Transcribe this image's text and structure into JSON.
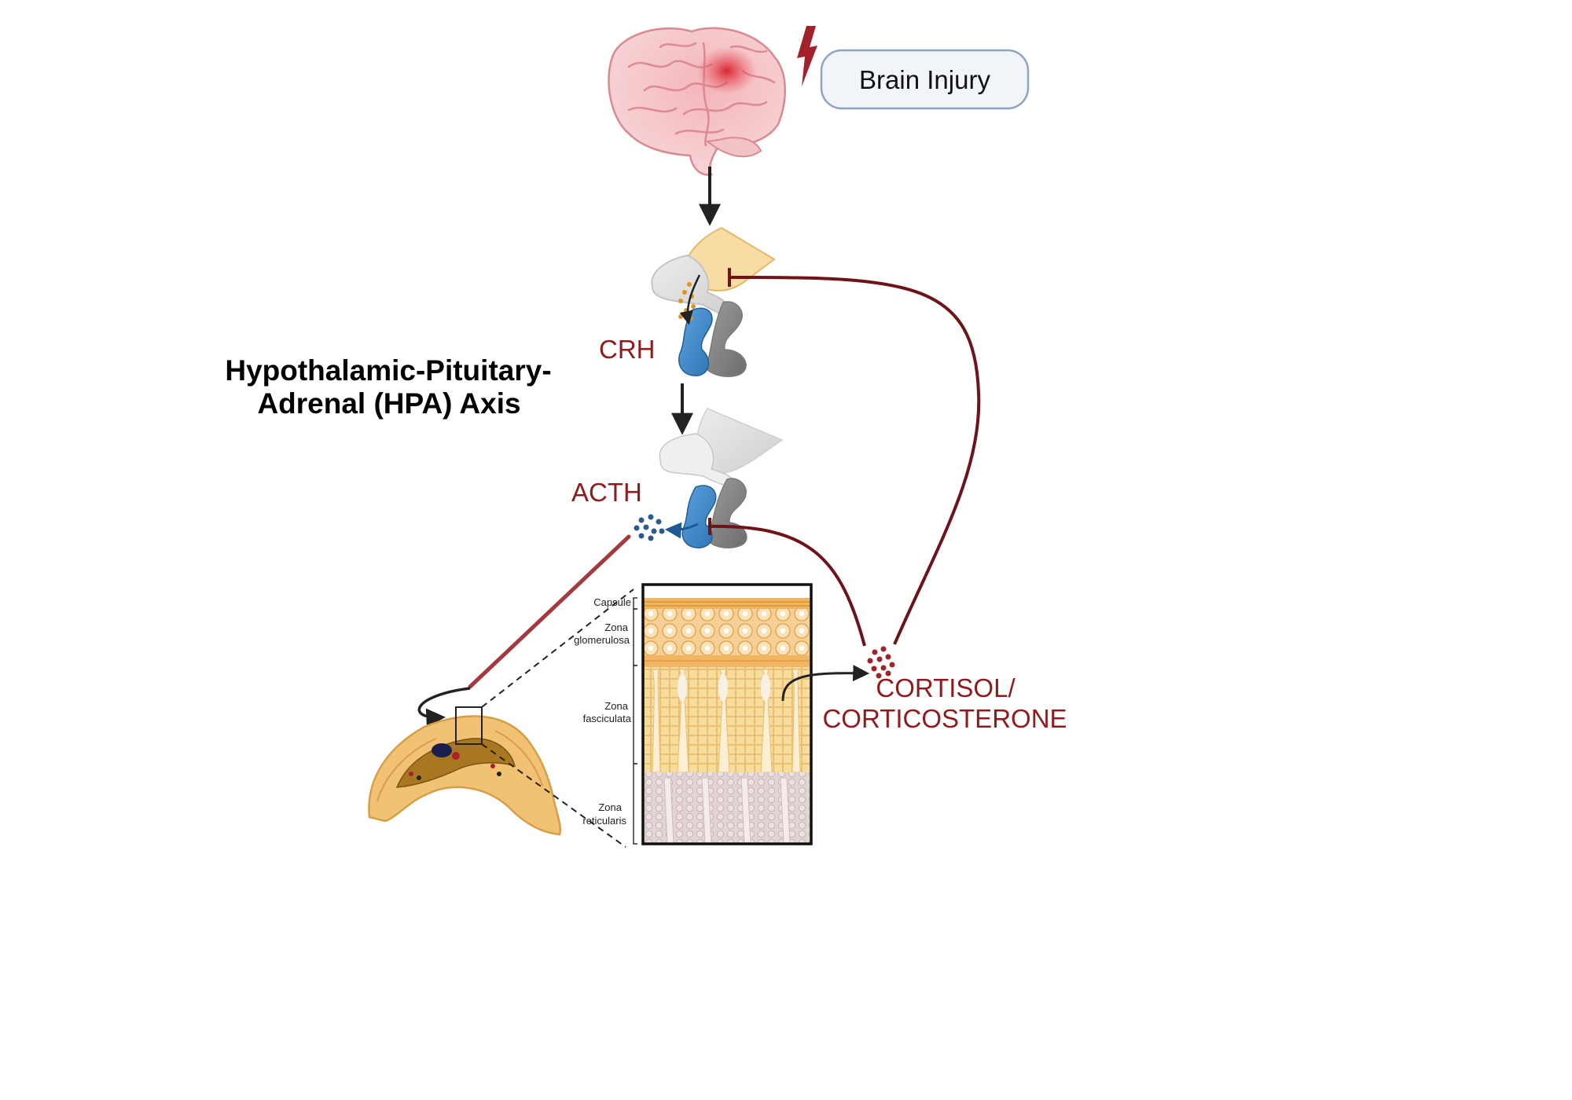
{
  "diagram": {
    "title_line1": "Hypothalamic-Pituitary-",
    "title_line2": "Adrenal (HPA) Axis",
    "trigger_label": "Brain Injury",
    "crh_label": "CRH",
    "acth_label": "ACTH",
    "cortisol_line1": "CORTISOL/",
    "cortisol_line2": "CORTICOSTERONE",
    "zones": {
      "capsule": "Capsule",
      "glomerulosa_1": "Zona",
      "glomerulosa_2": "glomerulosa",
      "fasciculata_1": "Zona",
      "fasciculata_2": "fasciculata",
      "reticularis_1": "Zona",
      "reticularis_2": "reticularis"
    }
  },
  "colors": {
    "feedback": "#6e1318",
    "hormone_text": "#8f1b1e",
    "acth_arrow": "#1f5a93",
    "arrow": "#222222"
  }
}
